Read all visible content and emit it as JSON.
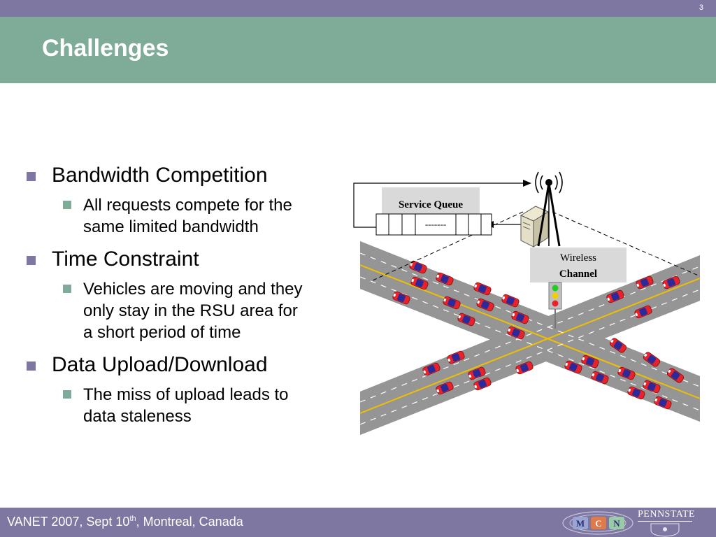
{
  "page_number": "3",
  "title": "Challenges",
  "bullets": [
    {
      "text": "Bandwidth Competition",
      "sub": "All requests compete for the same limited bandwidth",
      "sub_lines": [
        "All requests compete for the",
        "same limited bandwidth"
      ]
    },
    {
      "text": "Time Constraint",
      "sub": "Vehicles are moving and they only stay in the RSU area for a short period of time",
      "sub_lines": [
        "Vehicles are moving and they",
        "only stay in the RSU area for",
        "a short period of time"
      ]
    },
    {
      "text": "Data Upload/Download",
      "sub": "The miss of upload leads to data staleness",
      "sub_lines": [
        "The miss of upload leads to",
        "data staleness"
      ]
    }
  ],
  "diagram": {
    "service_queue_label": "Service Queue",
    "queue_dots": "-------",
    "wireless_label_1": "Wireless",
    "wireless_label_2": "Channel"
  },
  "footer": {
    "prefix": "VANET 2007, Sept 10",
    "sup": "th",
    "suffix": ", Montreal, Canada",
    "logo_text": "PENNSTATE",
    "mcn_m": "M",
    "mcn_c": "C",
    "mcn_n": "N"
  },
  "colors": {
    "header": "#7e77a1",
    "title_band": "#7fac99",
    "road": "#8f8f8f",
    "car": "#e8222a",
    "car_roof": "#2a2a9a",
    "lane_yellow": "#f0c000"
  }
}
